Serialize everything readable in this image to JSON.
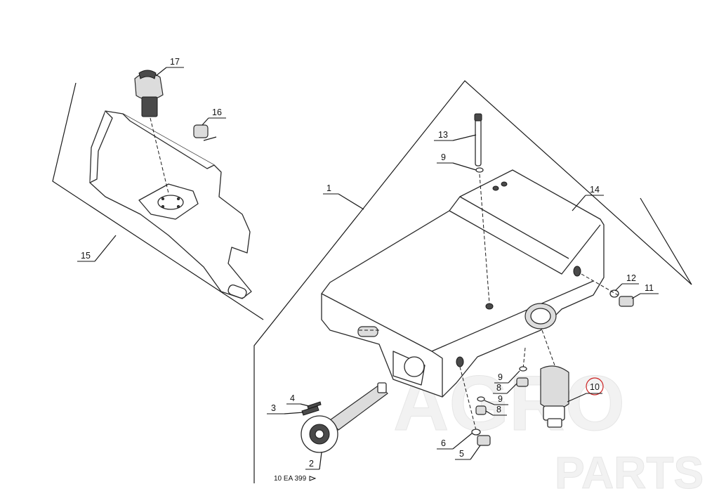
{
  "callouts": {
    "c1": "1",
    "c2": "2",
    "c3": "3",
    "c4": "4",
    "c5": "5",
    "c6": "6",
    "c8a": "8",
    "c8b": "8",
    "c9a": "9",
    "c9b": "9",
    "c9c": "9",
    "c10": "10",
    "c11": "11",
    "c12": "12",
    "c13": "13",
    "c14": "14",
    "c15": "15",
    "c16": "16",
    "c17": "17"
  },
  "reference": "10 EA 399",
  "watermark": {
    "line1": "AGRO",
    "line2": "PARTS"
  },
  "colors": {
    "highlight": "#cc2222",
    "line": "#2a2a2a",
    "watermark": "#e6e6e6"
  }
}
